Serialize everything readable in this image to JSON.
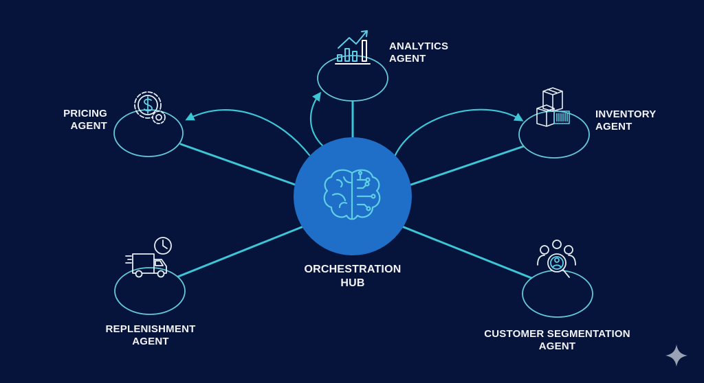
{
  "colors": {
    "background": "#06133a",
    "connector": "#3cc6d6",
    "node_outline": "#62c9d8",
    "hub_fill": "#1f6fc8",
    "icon": "#5fd0e6",
    "label": "#f2f4f8",
    "sparkle": "#9aa3b5"
  },
  "hub": {
    "line1": "ORCHESTRATION",
    "line2": "HUB",
    "icon": "brain-circuit-icon"
  },
  "agents": [
    {
      "id": "analytics",
      "line1": "ANALYTICS",
      "line2": "AGENT",
      "icon": "bar-chart-trend-icon"
    },
    {
      "id": "pricing",
      "line1": "PRICING",
      "line2": "AGENT",
      "icon": "dollar-gear-icon"
    },
    {
      "id": "inventory",
      "line1": "INVENTORY",
      "line2": "AGENT",
      "icon": "boxes-barcode-icon"
    },
    {
      "id": "replenishment",
      "line1": "REPLENISHMENT",
      "line2": "AGENT",
      "icon": "delivery-truck-clock-icon"
    },
    {
      "id": "customer_segmentation",
      "line1": "CUSTOMER SEGMENTATION",
      "line2": "AGENT",
      "icon": "people-magnifier-icon"
    }
  ],
  "watermark": {
    "icon": "sparkle-icon"
  }
}
